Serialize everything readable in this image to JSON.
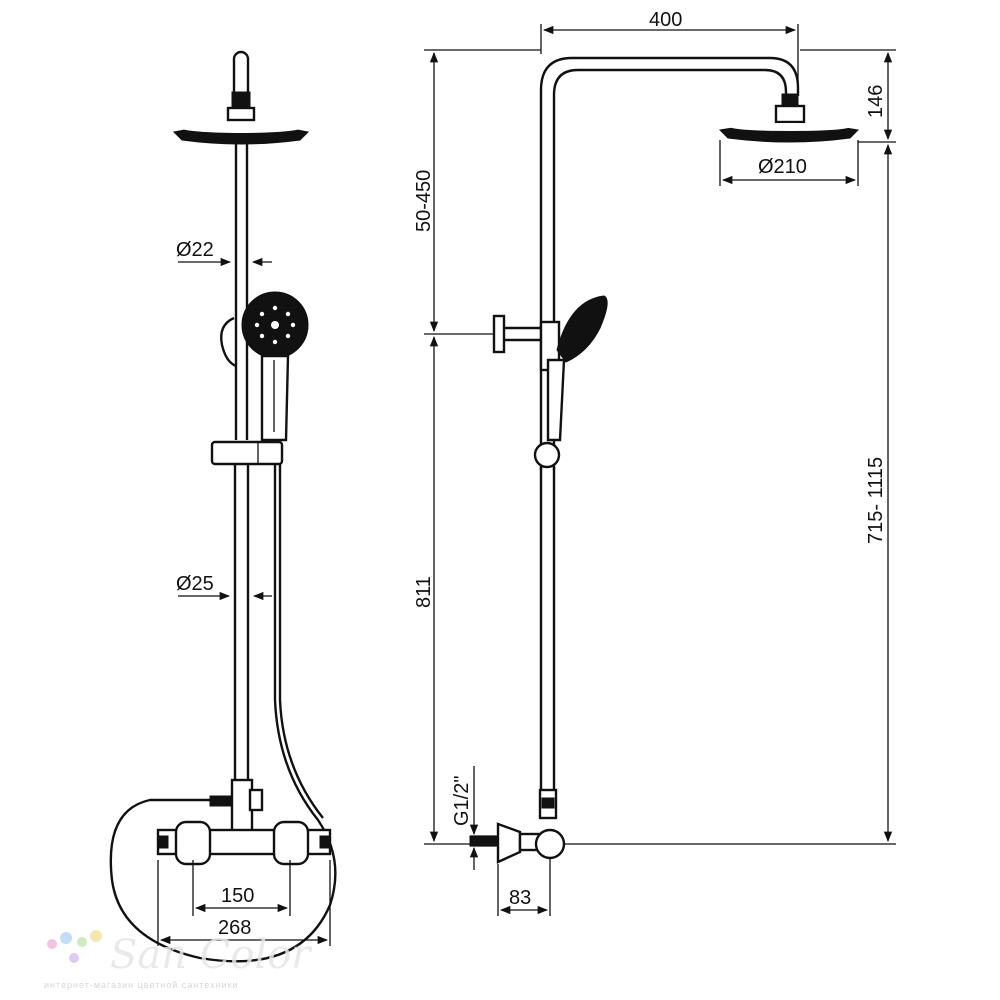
{
  "dimensions": {
    "arm_length": "400",
    "head_height": "146",
    "head_diameter": "Ø210",
    "adjust_range": "50-450",
    "total_height": "715- 1115",
    "bar_height": "811",
    "pipe_diameter_upper": "Ø22",
    "pipe_diameter_lower": "Ø25",
    "mixer_centers": "150",
    "mixer_width": "268",
    "connection_thread": "G1/2\"",
    "wall_offset": "83"
  },
  "watermark": {
    "brand": "San Color",
    "subtitle": "интернет-магазин цветной сантехники",
    "dot_colors": [
      "#f3b8d8",
      "#b9d8f5",
      "#c8e8b0",
      "#f7e2a0",
      "#d8c0f0"
    ]
  },
  "icons": [
    "rain-shower-head-icon",
    "hand-shower-icon",
    "thermostatic-mixer-icon"
  ]
}
